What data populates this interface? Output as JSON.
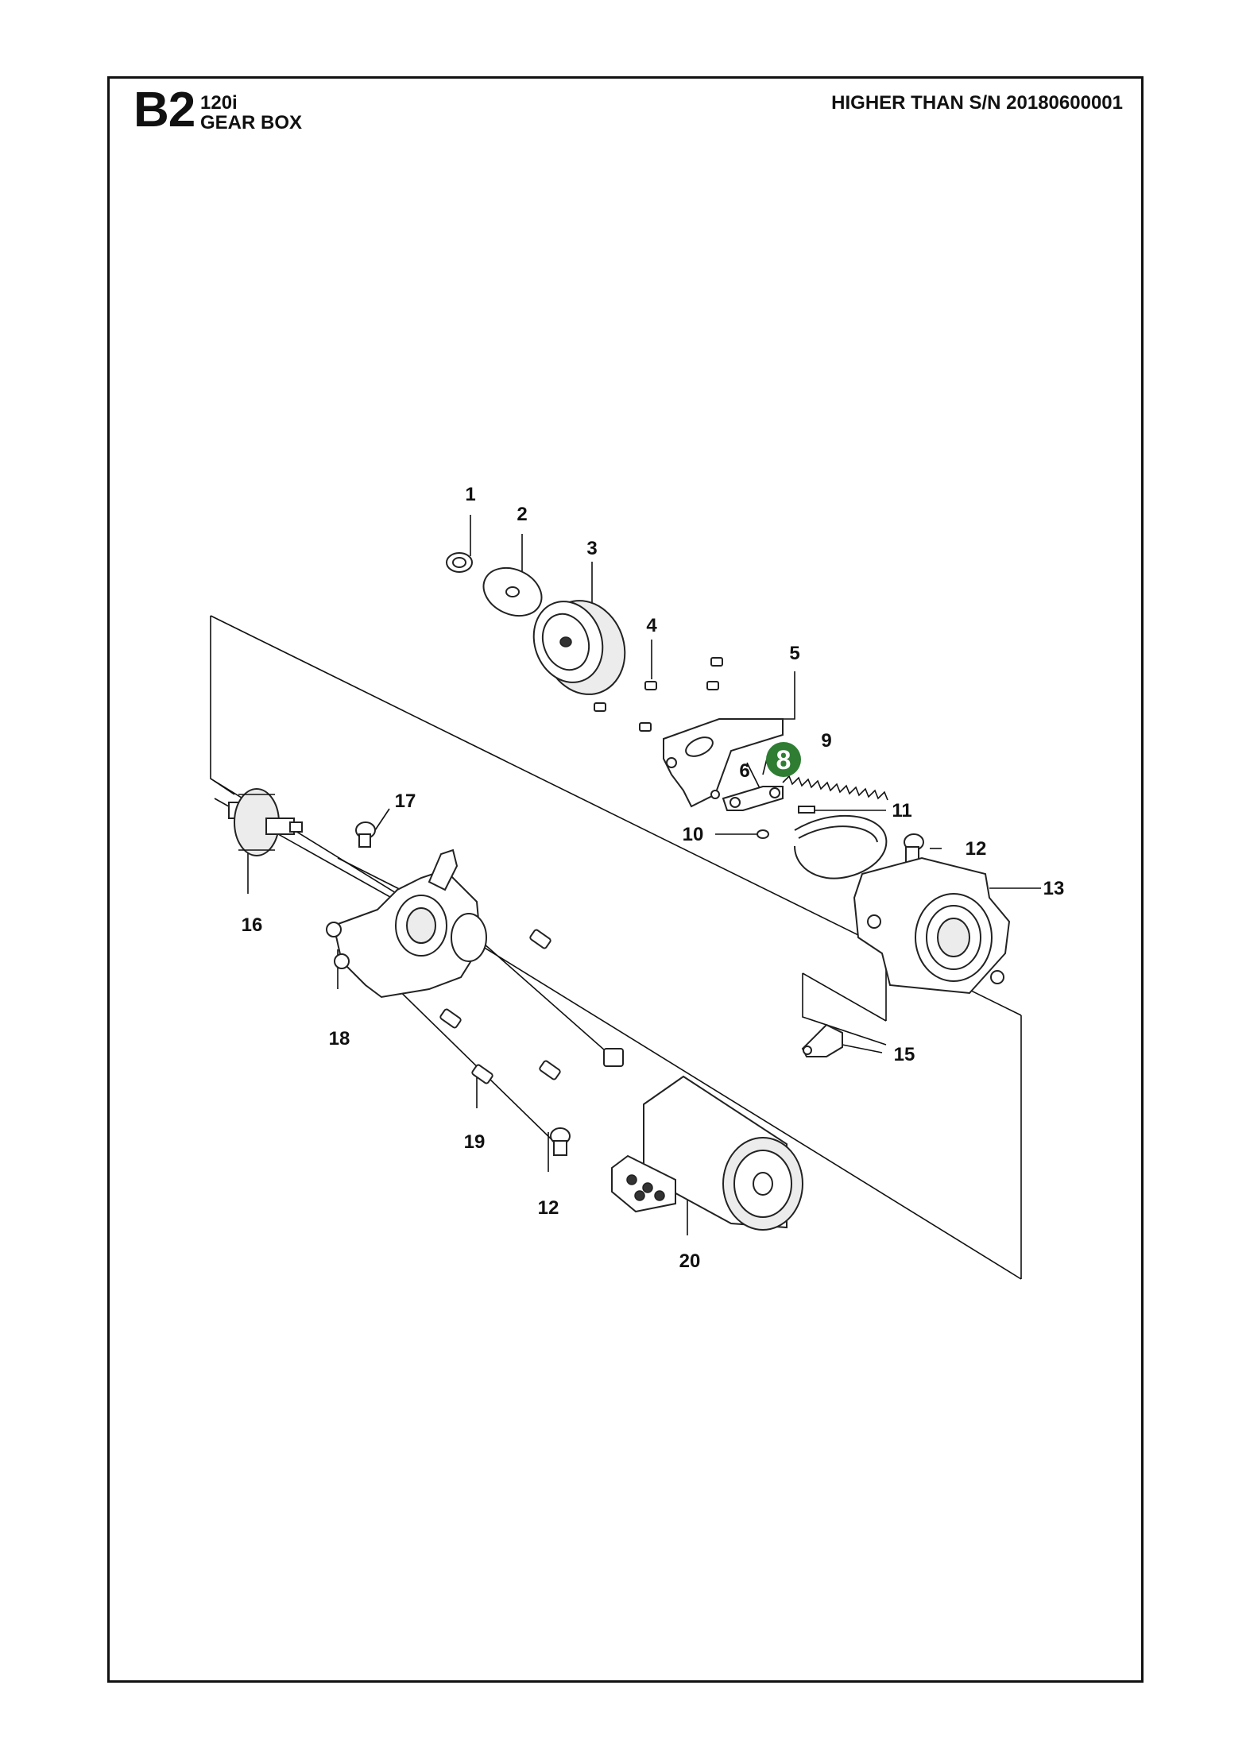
{
  "header": {
    "section_code": "B2",
    "model": "120i",
    "group_title": "GEAR BOX",
    "serial_note": "HIGHER THAN S/N 20180600001"
  },
  "highlight": {
    "label": "8",
    "color": "#2e7d32"
  },
  "callouts": {
    "c1": "1",
    "c2": "2",
    "c3": "3",
    "c4": "4",
    "c5": "5",
    "c6": "6",
    "c9": "9",
    "c10": "10",
    "c11": "11",
    "c12a": "12",
    "c12b": "12",
    "c13": "13",
    "c15": "15",
    "c16": "16",
    "c17": "17",
    "c18": "18",
    "c19": "19",
    "c20": "20"
  }
}
